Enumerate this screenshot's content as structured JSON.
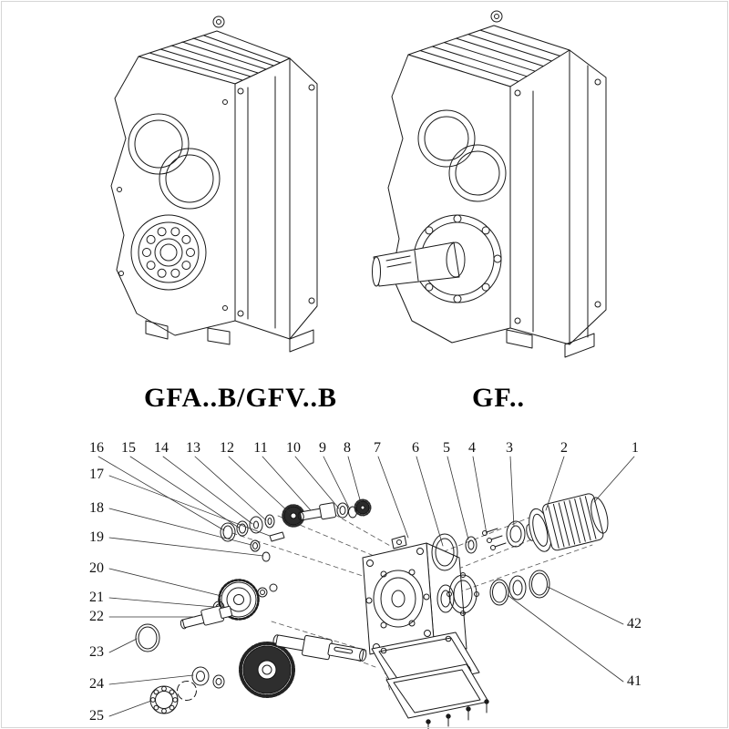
{
  "figure": {
    "title": "gear-reducer-technical-diagram",
    "models": [
      {
        "label": "GFA..B/GFV..B"
      },
      {
        "label": "GF.."
      }
    ],
    "exploded": {
      "top_row": [
        "16",
        "15",
        "14",
        "13",
        "12",
        "11",
        "10",
        "9",
        "8",
        "7",
        "6",
        "5",
        "4",
        "3",
        "2",
        "1"
      ],
      "left_column": [
        "17",
        "18",
        "19",
        "20",
        "21",
        "22",
        "23",
        "24",
        "25"
      ],
      "right_column": [
        "42",
        "41"
      ]
    }
  },
  "colors": {
    "background": "#ffffff",
    "line": "#1a1a1a",
    "frame_border": "#d6d6d6",
    "dark_gear_fill": "#2b2b2b"
  }
}
